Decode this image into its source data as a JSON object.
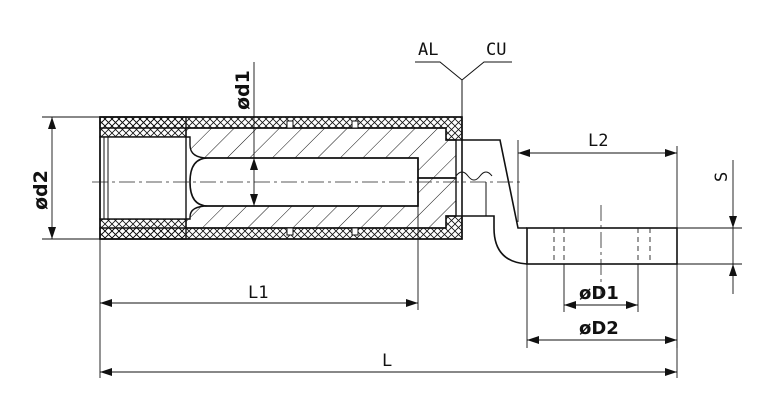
{
  "labels": {
    "al": "AL",
    "cu": "CU",
    "d1": "ød1",
    "d2": "ød2",
    "l1": "L1",
    "l2": "L2",
    "s": "S",
    "big_d1": "øD1",
    "big_d2": "øD2",
    "l": "L"
  },
  "colors": {
    "line": "#111111",
    "background": "#ffffff"
  }
}
